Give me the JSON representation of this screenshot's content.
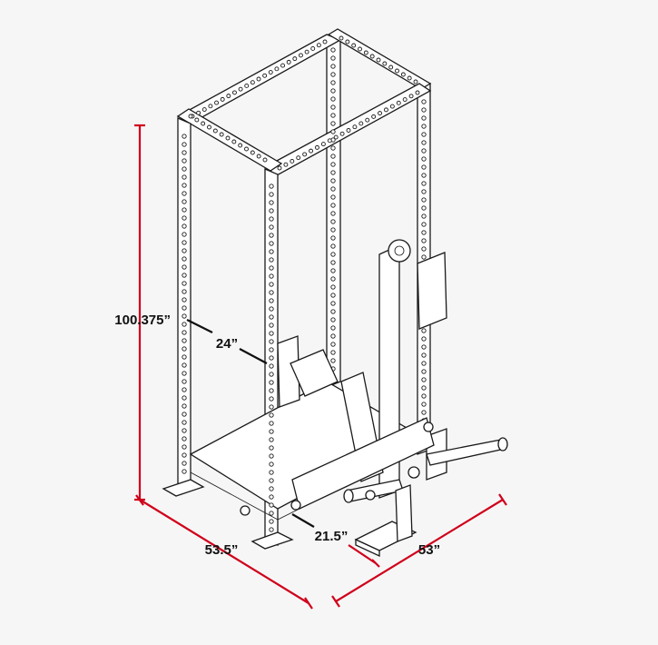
{
  "diagram": {
    "subject": "power-rack-with-leg-press-attachment",
    "accent_color": "#d0001b",
    "line_color": "#1a1a1a",
    "background": "#f6f6f6",
    "dimensions": {
      "height": "100.375”",
      "inner_width": "24”",
      "depth": "53.5”",
      "width": "53”",
      "footplate": "21.5”"
    }
  }
}
